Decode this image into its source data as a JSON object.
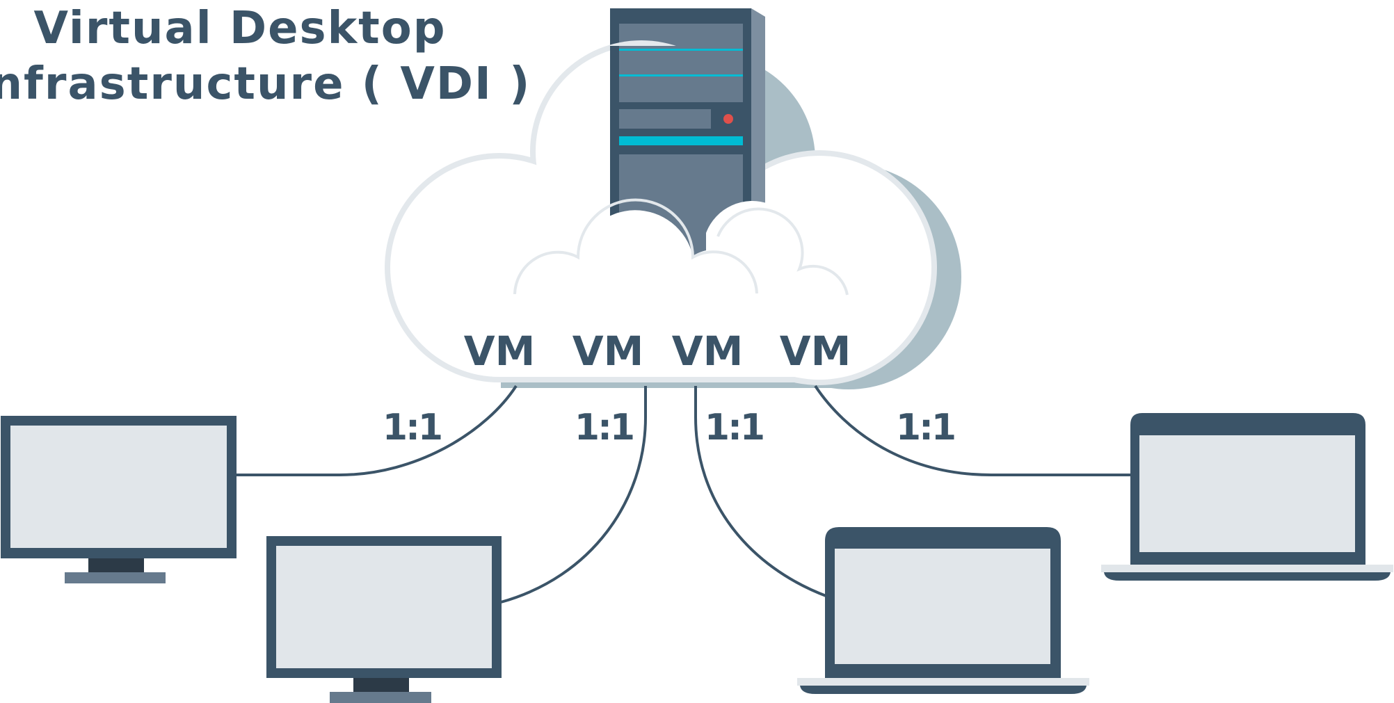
{
  "title": {
    "line1": "Virtual Desktop",
    "line2": "Infrastructure ( VDI )"
  },
  "vms": [
    {
      "label": "VM"
    },
    {
      "label": "VM"
    },
    {
      "label": "VM"
    },
    {
      "label": "VM"
    }
  ],
  "connections": [
    {
      "ratio": "1:1"
    },
    {
      "ratio": "1:1"
    },
    {
      "ratio": "1:1"
    },
    {
      "ratio": "1:1"
    }
  ],
  "devices": [
    {
      "type": "desktop-monitor"
    },
    {
      "type": "desktop-monitor"
    },
    {
      "type": "laptop"
    },
    {
      "type": "laptop"
    }
  ],
  "colors": {
    "primary": "#3b5468",
    "server_panel": "#667a8d",
    "server_side": "#7d8fa0",
    "cloud_shadow": "#aabec6",
    "cloud_outline": "#e3e8ec",
    "screen": "#e1e6ea",
    "stand_dark": "#2c3a47",
    "base": "#667a8d",
    "accent_cyan": "#00bcd4",
    "accent_red": "#e0504b"
  }
}
